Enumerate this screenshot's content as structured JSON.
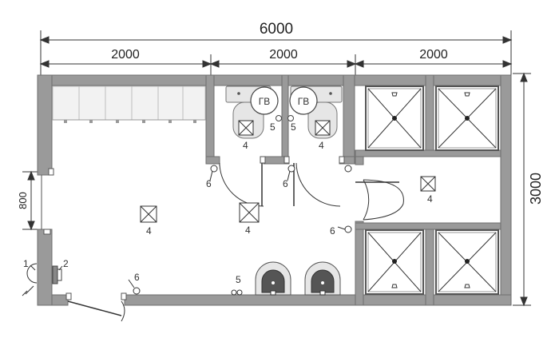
{
  "dimensions": {
    "total_width": "6000",
    "segment_1": "2000",
    "segment_2": "2000",
    "segment_3": "2000",
    "height": "3000",
    "door_opening": "800"
  },
  "fixtures": {
    "water_heater_label": "ГВ"
  },
  "callouts": {
    "item_1": "1",
    "item_2": "2",
    "item_4": "4",
    "item_5": "5",
    "item_6": "6"
  },
  "colors": {
    "wall_fill": "#9a9a9a",
    "wall_stroke": "#6f6f6f",
    "fixture_fill": "#e6e6e6",
    "line": "#333333"
  }
}
